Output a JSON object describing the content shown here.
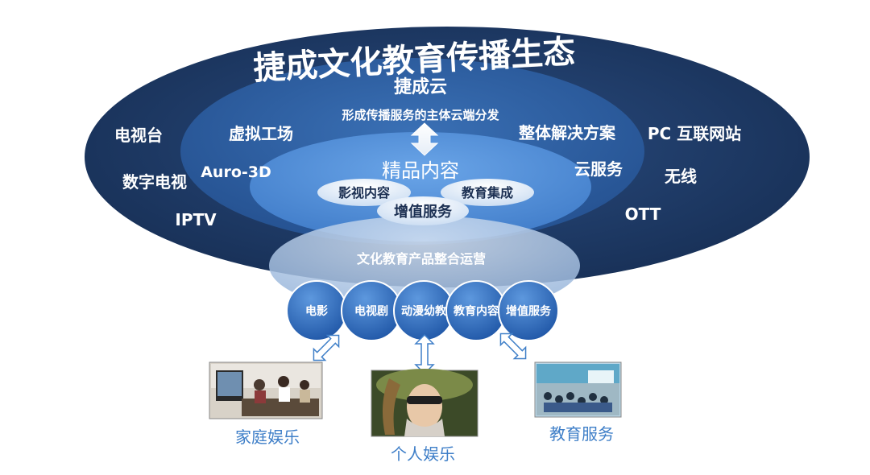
{
  "ecosystem": {
    "title": "捷成文化教育传播生态",
    "cloud": "捷成云",
    "cloud_desc": "形成传播服务的主体云端分发",
    "outer_items": [
      "电视台",
      "数字电视",
      "IPTV",
      "PC 互联网站",
      "无线",
      "OTT"
    ],
    "middle_items": [
      "虚拟工场",
      "Auro-3D",
      "整体解决方案",
      "云服务"
    ],
    "core": {
      "title": "精品内容",
      "items": [
        "影视内容",
        "教育集成",
        "增值服务"
      ]
    },
    "operation": {
      "title": "文化教育产品整合运营",
      "products": [
        "电影",
        "电视剧",
        "动漫幼教",
        "教育内容",
        "增值服务"
      ]
    }
  },
  "scenarios": [
    "家庭娱乐",
    "个人娱乐",
    "教育服务"
  ],
  "colors": {
    "outer": "#1d3a66",
    "middle": "#2d5b99",
    "core": "#4a86d0",
    "operation": "#b9cde6",
    "product": "#2f6cc0",
    "label": "#3f7fc8"
  }
}
